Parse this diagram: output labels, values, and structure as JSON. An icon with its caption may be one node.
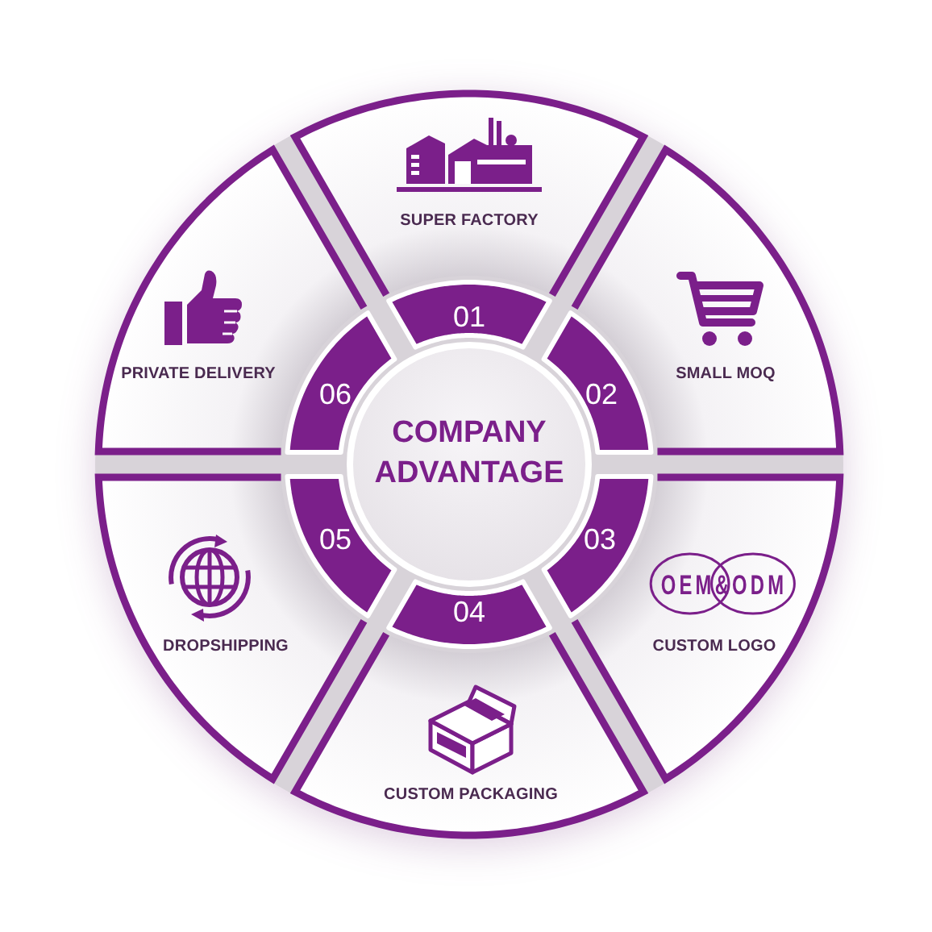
{
  "diagram": {
    "nodes": [
      {
        "text": [
          "COMPANY ADVANTAGE"
        ]
      },
      {
        "text": [
          "01"
        ]
      },
      {
        "text": [
          "02"
        ]
      },
      {
        "text": [
          "03"
        ]
      },
      {
        "text": [
          "04"
        ]
      },
      {
        "text": [
          "05"
        ]
      },
      {
        "text": [
          "06"
        ]
      },
      {
        "text": [
          "SUPER FACTORY"
        ]
      },
      {
        "text": [
          "SMALL MOQ"
        ]
      },
      {
        "text": [
          "OEM&ODM",
          "CUSTOM LOGO"
        ]
      },
      {
        "text": [
          "CUSTOM PACKAGING"
        ]
      },
      {
        "text": [
          "DROPSHIPPING"
        ]
      },
      {
        "text": [
          "PRIVATE DELIVERY"
        ]
      }
    ]
  }
}
